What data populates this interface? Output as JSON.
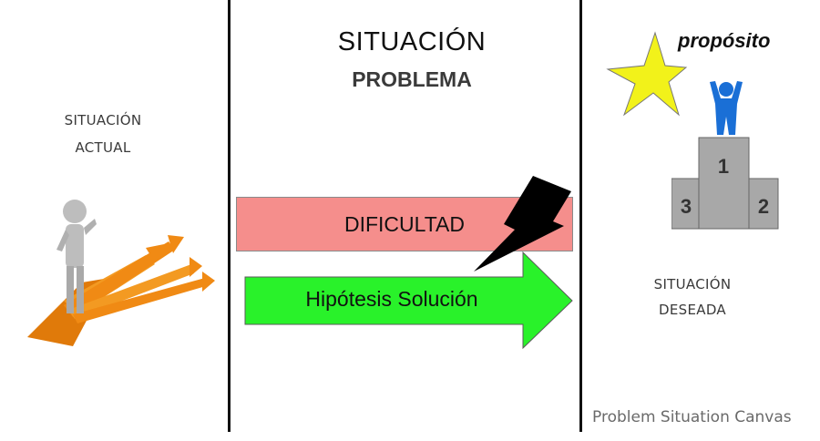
{
  "left_panel": {
    "label_line1": "SITUACIÓN",
    "label_line2": "ACTUAL"
  },
  "center_panel": {
    "title_line1": "SITUACIÓN",
    "title_line2": "PROBLEMA",
    "difficulty_label": "DIFICULTAD",
    "solution_label": "Hipótesis Solución"
  },
  "right_panel": {
    "purpose_label": "propósito",
    "podium_ranks": [
      "1",
      "2",
      "3"
    ],
    "label_line1": "SITUACIÓN",
    "label_line2": "DESEADA"
  },
  "caption": "Problem Situation Canvas",
  "colors": {
    "difficulty_fill": "#f58e8c",
    "solution_fill": "#29f22a",
    "star_fill": "#f2f21a",
    "person_fill": "#1a6fd6",
    "arrows_fill": "#f08a14",
    "podium_fill": "#a8a8a8"
  }
}
